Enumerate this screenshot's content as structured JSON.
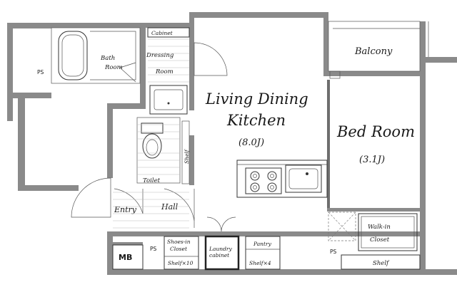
{
  "rooms": {
    "ldk_line1": "Living Dining",
    "ldk_line2": "Kitchen",
    "ldk_size": "(8.0J)",
    "bed_line1": "Bed Room",
    "bed_size": "(3.1J)",
    "balcony": "Balcony",
    "bath_line1": "Bath",
    "bath_line2": "Room",
    "dressing_line1": "Dressing",
    "dressing_line2": "Room",
    "cabinet": "Cabinet",
    "toilet": "Toilet",
    "shelf_vertical": "Shelf",
    "entry": "Entry",
    "hall": "Hall",
    "shoes_line1": "Shoes-in",
    "shoes_line2": "Closet",
    "shelf_x10": "Shelf×10",
    "laundry_line1": "Laundry",
    "laundry_line2": "cabinet",
    "pantry": "Pantry",
    "shelf_x4": "Shelf×4",
    "walkin_line1": "Walk-in",
    "walkin_line2": "Closet",
    "shelf_bottom": "Shelf",
    "mb": "MB",
    "ps_left": "PS",
    "ps_mid": "PS",
    "ps_right": "PS"
  }
}
